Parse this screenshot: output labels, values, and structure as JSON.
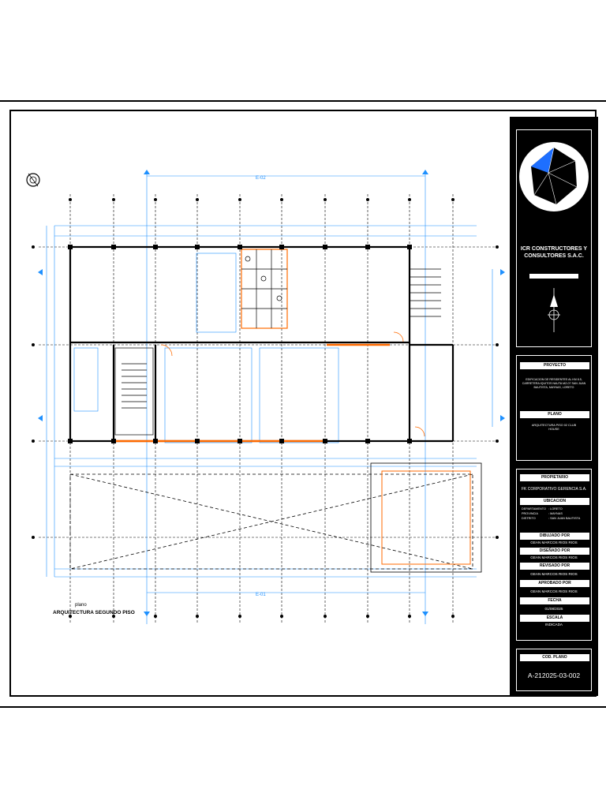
{
  "plan": {
    "label": "plano",
    "title": "ARQUITECTURA SEGUNDO PISO",
    "elevation_top": "E-02",
    "elevation_bottom": "E-01"
  },
  "titleblock": {
    "company": "ICR CONSTRUCTORES Y CONSULTORES S.A.C.",
    "proyecto_header": "PROYECTO",
    "proyecto_text": "EDIFICACION DE RESIDENTES AL KM 8.5, CARRETERA IQUITOS NAUTA MZ-07 SAN JUAN BAUTISTA, MAYNAS, LORETO",
    "plano_header": "PLANO",
    "plano_text": "ARQUITECTURA PISO 02 CLUB HOUSE",
    "propietario_header": "PROPIETARIO",
    "propietario_text": "FK CORPORATIVO GERENCIA S.A.",
    "ubicacion_header": "UBICACION",
    "ubicacion_rows": [
      {
        "k": "DEPARTAMENTO",
        "v": ": LORETO"
      },
      {
        "k": "PROVINCIA",
        "v": ": MAYNAS"
      },
      {
        "k": "DISTRITO",
        "v": ": SAN JUAN BAUTISTA"
      }
    ],
    "dibujado_header": "DIBUJADO POR",
    "dibujado_text": "GEAN MARCOS RIOS RIOS",
    "disenado_header": "DISEÑADO POR",
    "disenado_text": "GEAN MARCOS RIOS RIOS",
    "revisado_header": "REVISADO POR",
    "revisado_text": "GEAN MARCOS RIOS RIOS",
    "aprobado_header": "APROBADO POR",
    "aprobado_text": "GEAN MARCOS RIOS RIOS",
    "fecha_header": "FECHA",
    "fecha_text": "01/08/2025",
    "escala_header": "ESCALA",
    "escala_text": "INDICADA",
    "cod_header": "COD. PLANO",
    "cod_text": "A-212025-03-002"
  },
  "colors": {
    "wall": "#000000",
    "dimension": "#1e90ff",
    "accent": "#ff6a00",
    "logo_blue": "#1e6fff"
  },
  "icons": [
    "north-arrow-icon",
    "company-logo-icon",
    "compass-icon"
  ]
}
